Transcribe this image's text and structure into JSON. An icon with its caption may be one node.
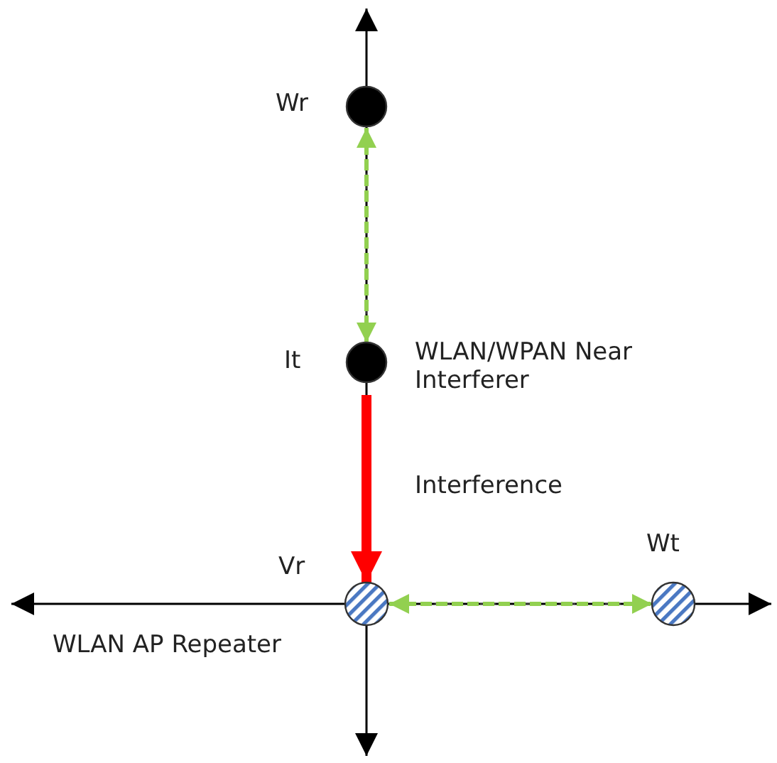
{
  "diagram": {
    "nodes": [
      {
        "text": [],
        "shape": "circle",
        "beside": [
          "Wr"
        ]
      },
      {
        "text": [],
        "shape": "circle",
        "beside": [
          "It",
          "WLAN/WPAN Near Interferer"
        ]
      },
      {
        "text": [],
        "shape": "circle",
        "beside": [
          "Vr",
          "WLAN AP Repeater"
        ]
      },
      {
        "text": [],
        "shape": "circle",
        "beside": [
          "Wt"
        ]
      }
    ],
    "edges": [
      {
        "from": 0,
        "to": 1,
        "arrow": "both",
        "style": "dashed"
      },
      {
        "from": 1,
        "to": 2,
        "arrow": "to",
        "label": "Interference",
        "style": "thick",
        "color": "#ff0000"
      },
      {
        "from": 2,
        "to": 3,
        "arrow": "both",
        "style": "dashed"
      }
    ]
  }
}
